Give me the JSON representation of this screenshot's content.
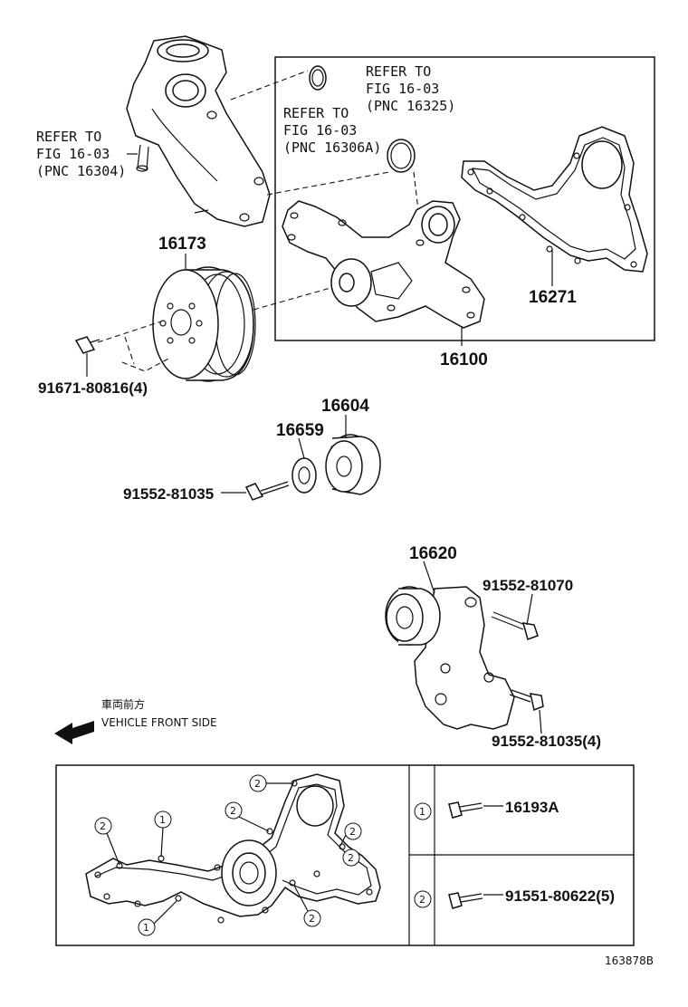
{
  "refers": {
    "ref_16304": [
      "REFER TO",
      "FIG 16-03",
      "(PNC 16304)"
    ],
    "ref_16306a": [
      "REFER TO",
      "FIG 16-03",
      "(PNC 16306A)"
    ],
    "ref_16325": [
      "REFER TO",
      "FIG 16-03",
      "(PNC 16325)"
    ]
  },
  "parts": {
    "p16173": "16173",
    "p16271": "16271",
    "p16100": "16100",
    "p9167180816": "91671-80816(4)",
    "p16604": "16604",
    "p16659": "16659",
    "p9155281035": "91552-81035",
    "p16620": "16620",
    "p9155281070": "91552-81070",
    "p9155281035x4": "91552-81035(4)"
  },
  "front": {
    "jp": "車両前方",
    "en": "VEHICLE FRONT SIDE"
  },
  "legend": {
    "row1_num": "1",
    "row1_part": "16193A",
    "row2_num": "2",
    "row2_part": "91551-80622(5)"
  },
  "callouts": [
    "1",
    "2"
  ],
  "figure_id": "163878B"
}
